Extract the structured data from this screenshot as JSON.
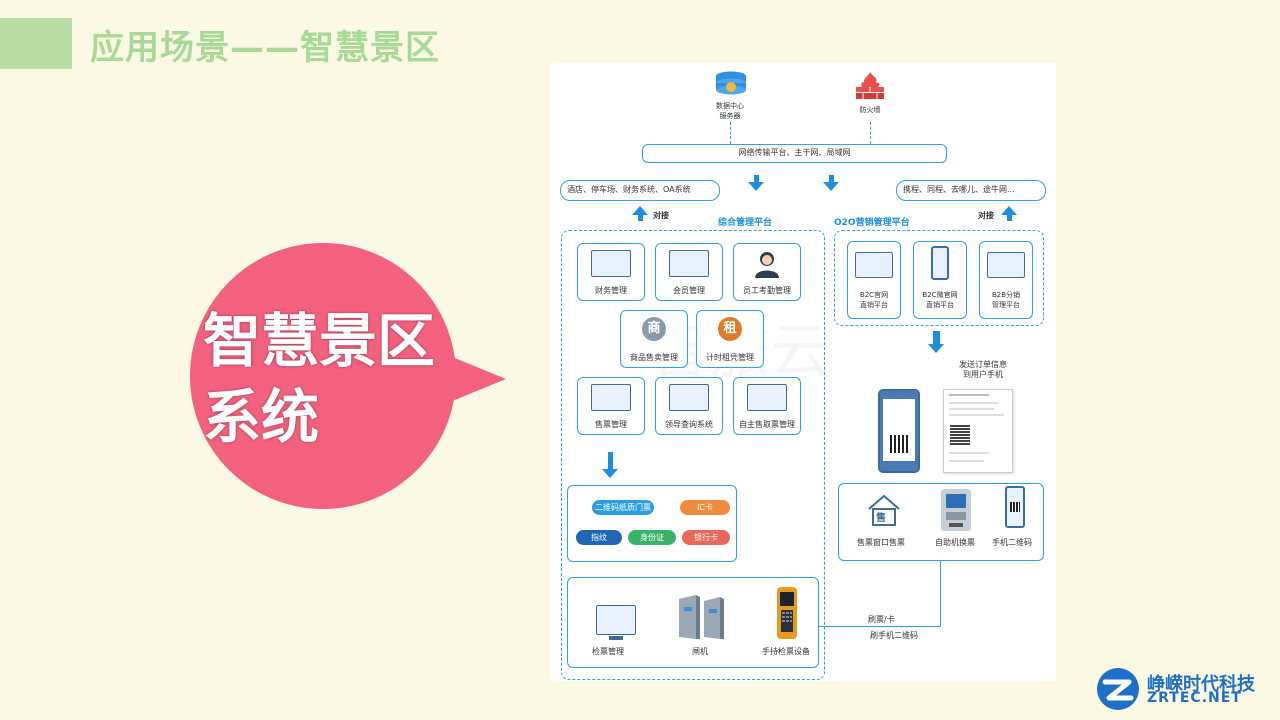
{
  "slide": {
    "title": "应用场景——智慧景区",
    "bubble_line1": "智慧景区",
    "bubble_line2": "系统"
  },
  "diagram": {
    "data_center": "数据中心\n服务器",
    "firewall": "防火墙",
    "network": "网络传输平台、主干网、局域网",
    "left_systems": "酒店、停车场、财务系统、OA系统",
    "right_systems": "携程、同程、去哪儿、途牛网...",
    "dock_left": "对接",
    "dock_right": "对接",
    "mgmt_platform": "综合管理平台",
    "o2o_platform": "O2O营销管理平台",
    "modules": [
      "财务管理",
      "会员管理",
      "员工考勤管理",
      "商品售卖管理",
      "计时租凭管理",
      "售票管理",
      "领导查询系统",
      "自主售取票管理"
    ],
    "icon_shang": "商",
    "icon_zu": "租",
    "o2o_channels": [
      "B2C官网\n直销平台",
      "B2C微官网\n直销平台",
      "B2B分销\n管理平台"
    ],
    "send_order": "发送订单信息\n到用户手机",
    "ticket_types": [
      "二维码纸质门票",
      "IC卡",
      "指纹",
      "身份证",
      "银行卡"
    ],
    "sales_channels": [
      "售票窗口售票",
      "自助机换票",
      "手机二维码"
    ],
    "shou": "售",
    "check_devices": [
      "检票管理",
      "闸机",
      "手持检票设备"
    ],
    "swipe_card": "刷票/卡",
    "swipe_qr": "刷手机二维码",
    "watermark": "智旅云"
  },
  "logo": {
    "name_cn": "峥嵘时代科技",
    "name_en": "ZRTEC.NET"
  },
  "colors": {
    "accent_blue": "#2ca3e6",
    "title_green": "#a9d996",
    "bubble_pink": "#f4617e",
    "background": "#fbf9e4"
  }
}
